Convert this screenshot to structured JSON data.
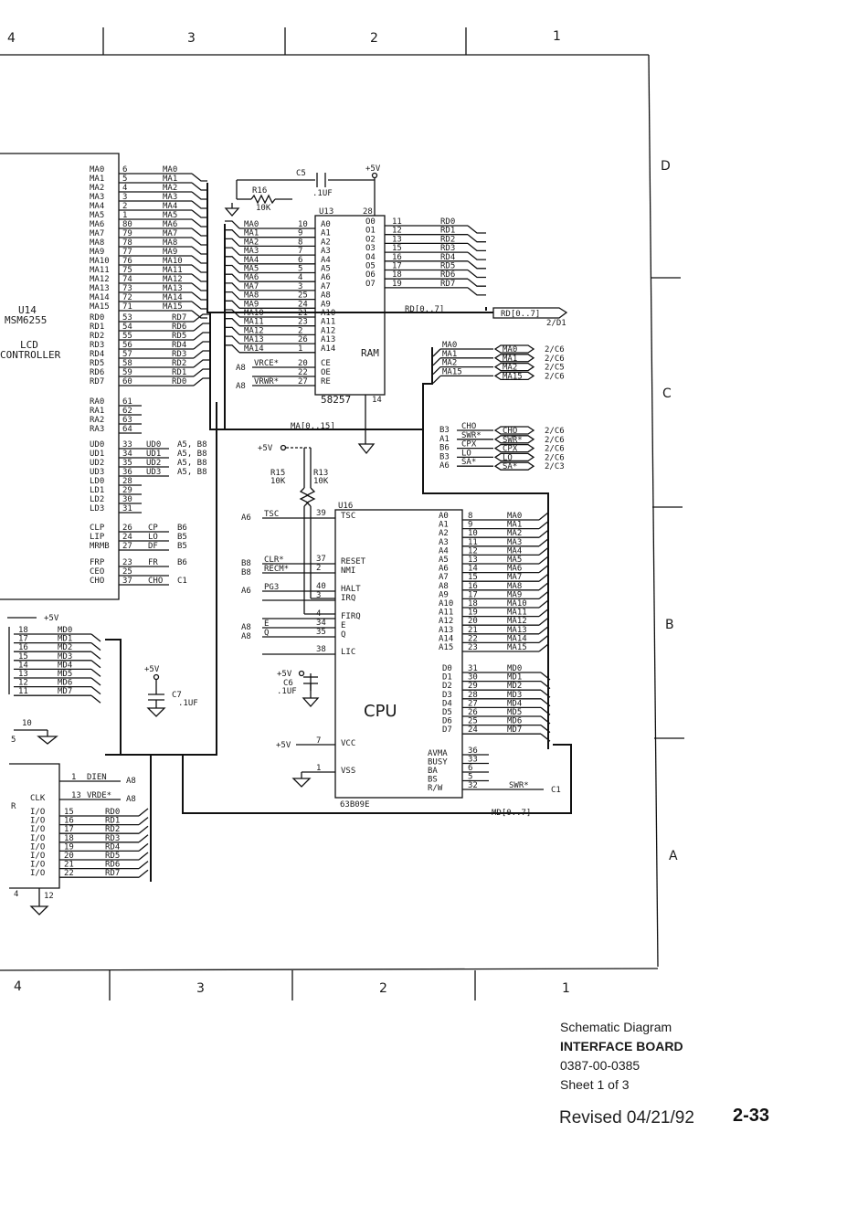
{
  "zones_top": [
    "4",
    "3",
    "2",
    "1"
  ],
  "zones_bottom": [
    "4",
    "3",
    "2",
    "1"
  ],
  "zones_right": [
    "D",
    "C",
    "B",
    "A"
  ],
  "u14": {
    "ref": "U14",
    "part": "MSM6255",
    "func1": "LCD",
    "func2": "CONTROLLER",
    "pins_ma": [
      "MA0",
      "MA1",
      "MA2",
      "MA3",
      "MA4",
      "MA5",
      "MA6",
      "MA7",
      "MA8",
      "MA9",
      "MA10",
      "MA11",
      "MA12",
      "MA13",
      "MA14",
      "MA15"
    ],
    "nums_ma": [
      "6",
      "5",
      "4",
      "3",
      "2",
      "1",
      "80",
      "79",
      "78",
      "77",
      "76",
      "75",
      "74",
      "73",
      "72",
      "71"
    ],
    "nets_ma": [
      "MA0",
      "MA1",
      "MA2",
      "MA3",
      "MA4",
      "MA5",
      "MA6",
      "MA7",
      "MA8",
      "MA9",
      "MA10",
      "MA11",
      "MA12",
      "MA13",
      "MA14",
      "MA15"
    ],
    "pins_rd": [
      "RD0",
      "RD1",
      "RD2",
      "RD3",
      "RD4",
      "RD5",
      "RD6",
      "RD7"
    ],
    "nums_rd": [
      "53",
      "54",
      "55",
      "56",
      "57",
      "58",
      "59",
      "60"
    ],
    "nets_rd": [
      "RD7",
      "RD6",
      "RD5",
      "RD4",
      "RD3",
      "RD2",
      "RD1",
      "RD0"
    ],
    "pins_ra": [
      "RA0",
      "RA1",
      "RA2",
      "RA3"
    ],
    "nums_ra": [
      "61",
      "62",
      "63",
      "64"
    ],
    "pins_ud": [
      "UD0",
      "UD1",
      "UD2",
      "UD3",
      "LD0",
      "LD1",
      "LD2",
      "LD3"
    ],
    "nums_ud": [
      "33",
      "34",
      "35",
      "36",
      "28",
      "29",
      "30",
      "31"
    ],
    "nets_ud": [
      "UD0",
      "UD1",
      "UD2",
      "UD3"
    ],
    "refs_ud": [
      "A5, B8",
      "A5, B8",
      "A5, B8",
      "A5, B8"
    ],
    "pins_cl": [
      "CLP",
      "LIP",
      "MRMB"
    ],
    "nums_cl": [
      "26",
      "24",
      "27"
    ],
    "nets_cl": [
      "CP",
      "LO",
      "DF"
    ],
    "refs_cl": [
      "B6",
      "B5",
      "B5"
    ],
    "pins_fr": [
      "FRP",
      "CEO",
      "CHO"
    ],
    "nums_fr": [
      "23",
      "25",
      "37"
    ],
    "nets_fr": [
      "FR",
      "",
      "CHO"
    ],
    "refs_fr": [
      "B6",
      "",
      "C1"
    ]
  },
  "u13": {
    "ref": "U13",
    "part": "58257",
    "label": "RAM",
    "pin28": "28",
    "pin14": "14",
    "pins_a": [
      "A0",
      "A1",
      "A2",
      "A3",
      "A4",
      "A5",
      "A6",
      "A7",
      "A8",
      "A9",
      "A10",
      "A11",
      "A12",
      "A13",
      "A14"
    ],
    "nums_a": [
      "10",
      "9",
      "8",
      "7",
      "6",
      "5",
      "4",
      "3",
      "25",
      "24",
      "21",
      "23",
      "2",
      "26",
      "1"
    ],
    "nets_a": [
      "MA0",
      "MA1",
      "MA2",
      "MA3",
      "MA4",
      "MA5",
      "MA6",
      "MA7",
      "MA8",
      "MA9",
      "MA10",
      "MA11",
      "MA12",
      "MA13",
      "MA14"
    ],
    "pins_o": [
      "O0",
      "O1",
      "O2",
      "O3",
      "O4",
      "O5",
      "O6",
      "O7"
    ],
    "nums_o": [
      "11",
      "12",
      "13",
      "15",
      "16",
      "17",
      "18",
      "19"
    ],
    "nets_o": [
      "RD0",
      "RD1",
      "RD2",
      "RD3",
      "RD4",
      "RD5",
      "RD6",
      "RD7"
    ],
    "pins_ctl": [
      "CE",
      "OE",
      "RE"
    ],
    "nums_ctl": [
      "20",
      "22",
      "27"
    ],
    "sig_ctl": [
      "VRCE*",
      "",
      "VRWR*"
    ],
    "ref_ctl": [
      "A8",
      "",
      "A8"
    ]
  },
  "passives": {
    "c5": "C5",
    "c5v": ".1UF",
    "r16": "R16",
    "r16v": "10K",
    "r15": "R15",
    "r15v": "10K",
    "r13": "R13",
    "r13v": "10K",
    "c6": "C6",
    "c6v": ".1UF",
    "c7": "C7",
    "c7v": ".1UF",
    "vcc": "+5V"
  },
  "buses": {
    "rd": "RD[0..7]",
    "rd_ref": "2/D1",
    "ma": "MA[0..15]",
    "md": "MD[0..7]"
  },
  "offpage_ma": {
    "nets": [
      "MA0",
      "MA1",
      "MA2",
      "MA15"
    ],
    "refs": [
      "2/C6",
      "2/C6",
      "2/C5",
      "2/C6"
    ]
  },
  "offpage_ctl": {
    "zones": [
      "B3",
      "A1",
      "B6",
      "B3",
      "A6"
    ],
    "nets": [
      "CHO",
      "SWR*",
      "CPX",
      "LO",
      "SA*"
    ],
    "refs": [
      "2/C6",
      "2/C6",
      "2/C6",
      "2/C6",
      "2/C3"
    ]
  },
  "u16": {
    "ref": "U16",
    "part": "63B09E",
    "label": "CPU",
    "pins_l": [
      "TSC",
      "RESET",
      "NMI",
      "HALT",
      "IRQ",
      "FIRQ",
      "E",
      "Q",
      "LIC",
      "VCC",
      "VSS"
    ],
    "nums_l": [
      "39",
      "37",
      "2",
      "40",
      "3",
      "4",
      "34",
      "35",
      "38",
      "7",
      "1"
    ],
    "sig_l": [
      "TSC",
      "CLR*",
      "RECM*",
      "PG3",
      "",
      "",
      "E",
      "Q",
      "",
      "",
      ""
    ],
    "ref_l": [
      "A6",
      "B8",
      "B8",
      "A6",
      "",
      "",
      "A8",
      "A8",
      "",
      "",
      ""
    ],
    "pins_a": [
      "A0",
      "A1",
      "A2",
      "A3",
      "A4",
      "A5",
      "A6",
      "A7",
      "A8",
      "A9",
      "A10",
      "A11",
      "A12",
      "A13",
      "A14",
      "A15"
    ],
    "nums_a": [
      "8",
      "9",
      "10",
      "11",
      "12",
      "13",
      "14",
      "15",
      "16",
      "17",
      "18",
      "19",
      "20",
      "21",
      "22",
      "23"
    ],
    "nets_a": [
      "MA0",
      "MA1",
      "MA2",
      "MA3",
      "MA4",
      "MA5",
      "MA6",
      "MA7",
      "MA8",
      "MA9",
      "MA10",
      "MA11",
      "MA12",
      "MA13",
      "MA14",
      "MA15"
    ],
    "pins_d": [
      "D0",
      "D1",
      "D2",
      "D3",
      "D4",
      "D5",
      "D6",
      "D7"
    ],
    "nums_d": [
      "31",
      "30",
      "29",
      "28",
      "27",
      "26",
      "25",
      "24"
    ],
    "nets_d": [
      "MD0",
      "MD1",
      "MD2",
      "MD3",
      "MD4",
      "MD5",
      "MD6",
      "MD7"
    ],
    "pins_s": [
      "AVMA",
      "BUSY",
      "BA",
      "BS",
      "R/W"
    ],
    "nums_s": [
      "36",
      "33",
      "6",
      "5",
      "32"
    ],
    "net_rw": "SWR*",
    "ref_rw": "C1"
  },
  "lower_left": {
    "vcc": "+5V",
    "nums": [
      "18",
      "17",
      "16",
      "15",
      "14",
      "13",
      "12",
      "11"
    ],
    "nets": [
      "MD0",
      "MD1",
      "MD2",
      "MD3",
      "MD4",
      "MD5",
      "MD6",
      "MD7"
    ],
    "gnd_num": "10",
    "gnd_pin": "5"
  },
  "bottom_chip": {
    "ctl_nums": [
      "1",
      "13"
    ],
    "ctl_sigs": [
      "DIEN",
      "VRDE*"
    ],
    "ctl_refs": [
      "A8",
      "A8"
    ],
    "pin_clk": "CLK",
    "pin_r": "R",
    "io_label": "I/O",
    "io_nums": [
      "15",
      "16",
      "17",
      "18",
      "19",
      "20",
      "21",
      "22"
    ],
    "io_nets": [
      "RD0",
      "RD1",
      "RD2",
      "RD3",
      "RD4",
      "RD5",
      "RD6",
      "RD7"
    ],
    "gnd_nums": [
      "4",
      "12"
    ]
  },
  "title_block": {
    "line1": "Schematic Diagram",
    "line2": "INTERFACE BOARD",
    "line3": "0387-00-0385",
    "line4": "Sheet 1 of 3",
    "revised": "Revised  04/21/92",
    "page": "2-33"
  }
}
